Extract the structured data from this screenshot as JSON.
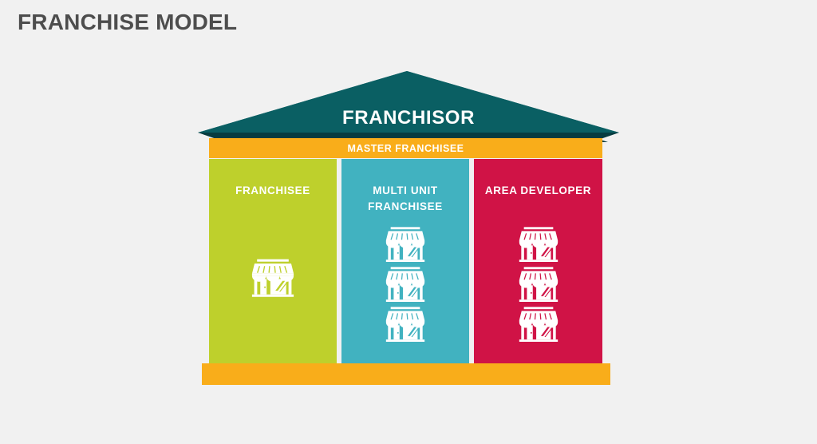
{
  "page": {
    "title": "FRANCHISE MODEL",
    "background_color": "#f1f1f1",
    "title_color": "#4d4d4d"
  },
  "diagram": {
    "type": "house-hierarchy",
    "roof": {
      "label": "FRANCHISOR",
      "color": "#0a5f63",
      "shadow_color": "#073c40",
      "text_color": "#ffffff"
    },
    "band": {
      "label": "MASTER FRANCHISEE",
      "color": "#f9ad1a",
      "text_color": "#ffffff"
    },
    "columns": [
      {
        "label": "FRANCHISEE",
        "color": "#bed02c",
        "text_color": "#ffffff",
        "icon": "storefront-icon",
        "icon_count": 1
      },
      {
        "label": "MULTI UNIT\nFRANCHISEE",
        "color": "#41b2c0",
        "text_color": "#ffffff",
        "icon": "storefront-icon",
        "icon_count": 3
      },
      {
        "label": "AREA DEVELOPER",
        "color": "#d01346",
        "text_color": "#ffffff",
        "icon": "storefront-icon",
        "icon_count": 3
      }
    ],
    "base": {
      "color": "#f9ad1a"
    }
  }
}
